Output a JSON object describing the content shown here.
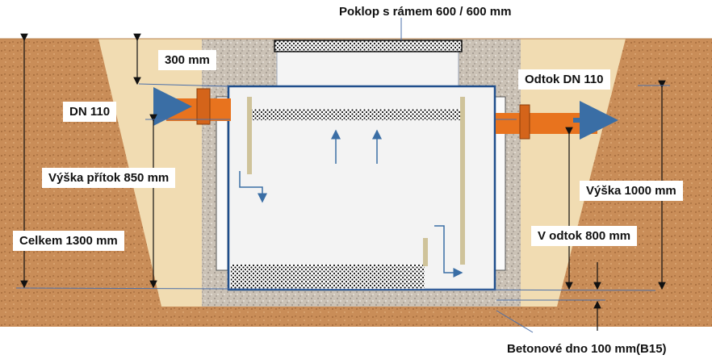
{
  "labels": {
    "cover": "Poklop  s rámem 600 / 600 mm",
    "depth_300": "300 mm",
    "inlet_pipe": "DN 110",
    "outlet_pipe": "Odtok DN 110",
    "inlet_height": "Výška přítok 850 mm",
    "total_height": "Celkem 1300 mm",
    "tank_height": "Výška 1000 mm",
    "outlet_height": "V odtok 800 mm",
    "concrete_base": "Betonové dno 100 mm(B15)"
  },
  "colors": {
    "soil": "#c98d58",
    "sand": "#f1dcb2",
    "gravel": "#c9bfb3",
    "tank_outline": "#1f4e8c",
    "pipe": "#e8731e",
    "arrow": "#3a6ea5",
    "baffle": "#cfc39a"
  }
}
